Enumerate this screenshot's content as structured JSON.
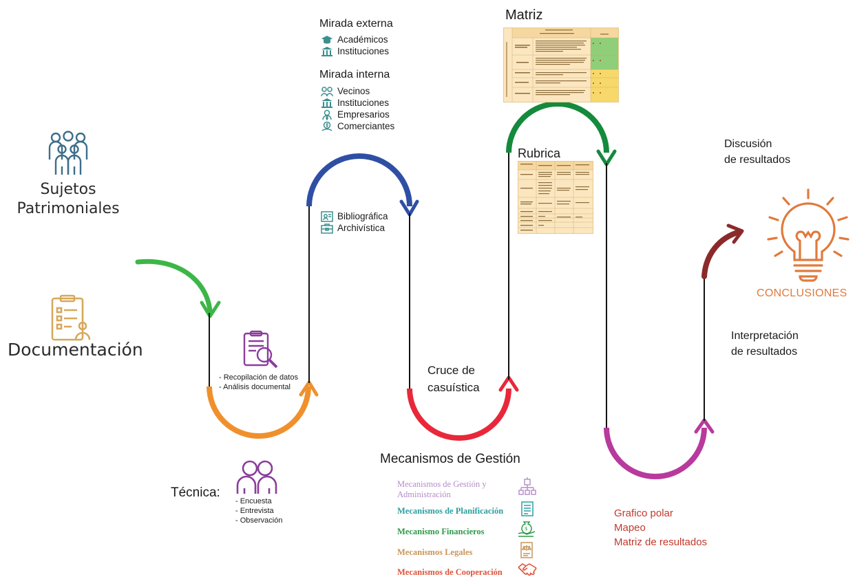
{
  "colors": {
    "green": "#3db648",
    "orange": "#f0902d",
    "blue": "#2e4fa3",
    "red": "#e8283a",
    "dark_green": "#148a3c",
    "magenta": "#b83a9c",
    "dark_red": "#8b2a2a",
    "conclusion_orange": "#e07a3c",
    "icon_teal": "#3a8f8f",
    "icon_purple": "#8a3c9c"
  },
  "left": {
    "sujetos_line1": "Sujetos",
    "sujetos_line2": "Patrimoniales",
    "documentacion": "Documentación"
  },
  "mirada_externa": {
    "title": "Mirada externa",
    "items": [
      {
        "label": "Académicos",
        "icon": "graduation-cap-icon"
      },
      {
        "label": "Instituciones",
        "icon": "institution-icon"
      }
    ]
  },
  "mirada_interna": {
    "title": "Mirada interna",
    "items": [
      {
        "label": "Vecinos",
        "icon": "neighbors-icon"
      },
      {
        "label": "Instituciones",
        "icon": "institution-icon"
      },
      {
        "label": "Empresarios",
        "icon": "businessman-icon"
      },
      {
        "label": "Comerciantes",
        "icon": "merchant-icon"
      }
    ]
  },
  "fuentes": {
    "items": [
      {
        "label": "Bibliográfica",
        "icon": "book-icon"
      },
      {
        "label": "Archivística",
        "icon": "archive-icon"
      }
    ]
  },
  "recopilacion": {
    "line1": "- Recopilación de datos",
    "line2": "- Análisis documental"
  },
  "tecnica": {
    "title": "Técnica:",
    "items": [
      "- Encuesta",
      "- Entrevista",
      "- Observación"
    ]
  },
  "cruce": {
    "line1": "Cruce de",
    "line2": "casuística"
  },
  "mecanismos": {
    "title": "Mecanismos de Gestión",
    "items": [
      {
        "label_line1": "Mecanismos de Gestión y",
        "label_line2": "Administración",
        "color": "#b48cc8",
        "icon": "org-chart-icon"
      },
      {
        "label_line1": "Mecanismos de Planificación",
        "label_line2": "",
        "color": "#2a9fa0",
        "icon": "document-list-icon"
      },
      {
        "label_line1": "Mecanismo Financieros",
        "label_line2": "",
        "color": "#2e9a4a",
        "icon": "money-hand-icon"
      },
      {
        "label_line1": "Mecanismos Legales",
        "label_line2": "",
        "color": "#c9955a",
        "icon": "legal-document-icon"
      },
      {
        "label_line1": "Mecanismos de Cooperación",
        "label_line2": "",
        "color": "#e0533a",
        "icon": "handshake-icon"
      }
    ]
  },
  "matriz": {
    "title": "Matriz"
  },
  "rubrica": {
    "title": "Rubrica"
  },
  "discusion": {
    "line1": "Discusión",
    "line2": "de resultados"
  },
  "interpretacion": {
    "line1": "Interpretación",
    "line2": "de resultados"
  },
  "conclusiones": {
    "label": "CONCLUSIONES",
    "icon": "lightbulb-icon"
  },
  "outputs": {
    "items": [
      "Grafico polar",
      "Mapeo",
      "Matriz de resultados"
    ]
  }
}
